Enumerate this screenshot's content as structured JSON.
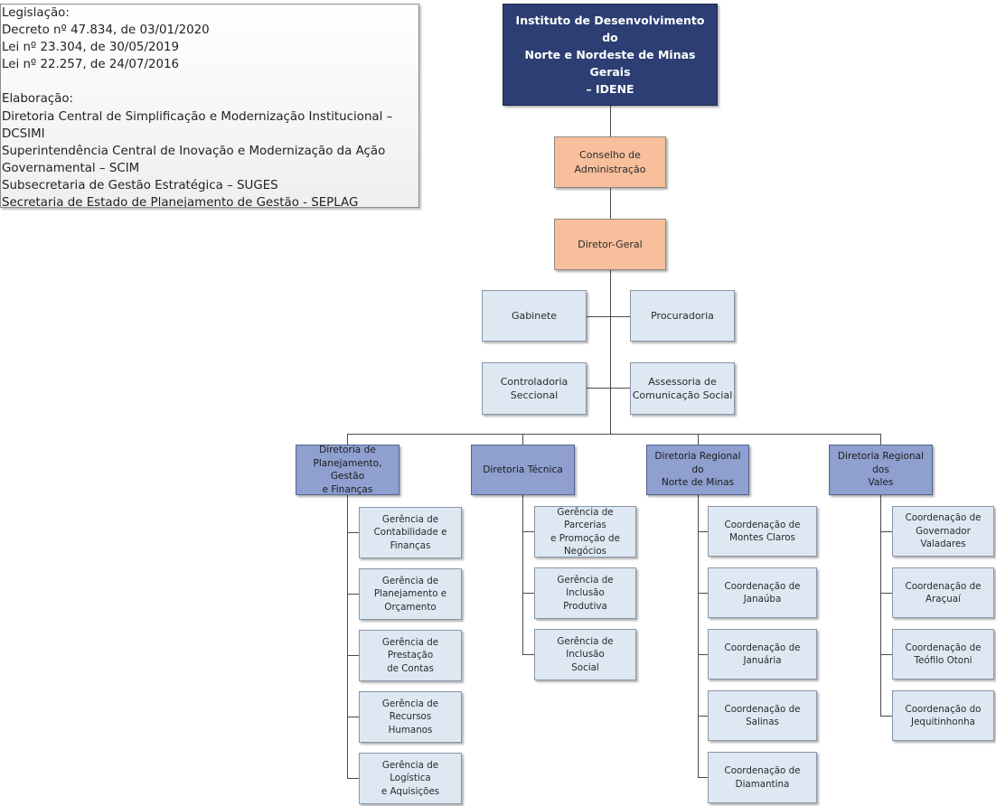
{
  "legend": {
    "lines": [
      "Legislação:",
      "Decreto nº 47.834, de 03/01/2020",
      "Lei nº 23.304, de 30/05/2019",
      "Lei nº 22.257, de 24/07/2016",
      "",
      "Elaboração:",
      "Diretoria Central de Simplificação e Modernização Institucional –",
      "DCSIMI",
      "Superintendência Central de Inovação e Modernização da Ação",
      "Governamental – SCIM",
      "Subsecretaria de Gestão Estratégica – SUGES",
      "Secretaria de Estado de Planejamento de Gestão - SEPLAG"
    ]
  },
  "org": {
    "root": "Instituto de Desenvolvimento do\nNorte e Nordeste de Minas Gerais\n– IDENE",
    "conselho": "Conselho de\nAdministração",
    "diretor_geral": "Diretor-Geral",
    "gabinete": "Gabinete",
    "procuradoria": "Procuradoria",
    "controladoria": "Controladoria\nSeccional",
    "assessoria": "Assessoria de\nComunicação Social",
    "directorates": [
      {
        "label": "Diretoria de\nPlanejamento, Gestão\ne Finanças",
        "units": [
          "Gerência de\nContabilidade e\nFinanças",
          "Gerência de\nPlanejamento e\nOrçamento",
          "Gerência de Prestação\nde Contas",
          "Gerência de Recursos\nHumanos",
          "Gerência de Logística\ne Aquisições"
        ]
      },
      {
        "label": "Diretoria Técnica",
        "units": [
          "Gerência de Parcerias\ne Promoção de\nNegócios",
          "Gerência de Inclusão\nProdutiva",
          "Gerência de Inclusão\nSocial"
        ]
      },
      {
        "label": "Diretoria Regional do\nNorte de Minas",
        "units": [
          "Coordenação de\nMontes Claros",
          "Coordenação de\nJanaúba",
          "Coordenação de\nJanuária",
          "Coordenação de Salinas",
          "Coordenação de\nDiamantina"
        ]
      },
      {
        "label": "Diretoria Regional dos\nVales",
        "units": [
          "Coordenação de\nGovernador Valadares",
          "Coordenação de\nAraçuaí",
          "Coordenação de\nTeófilo Otoni",
          "Coordenação do\nJequitinhonha"
        ]
      }
    ]
  }
}
